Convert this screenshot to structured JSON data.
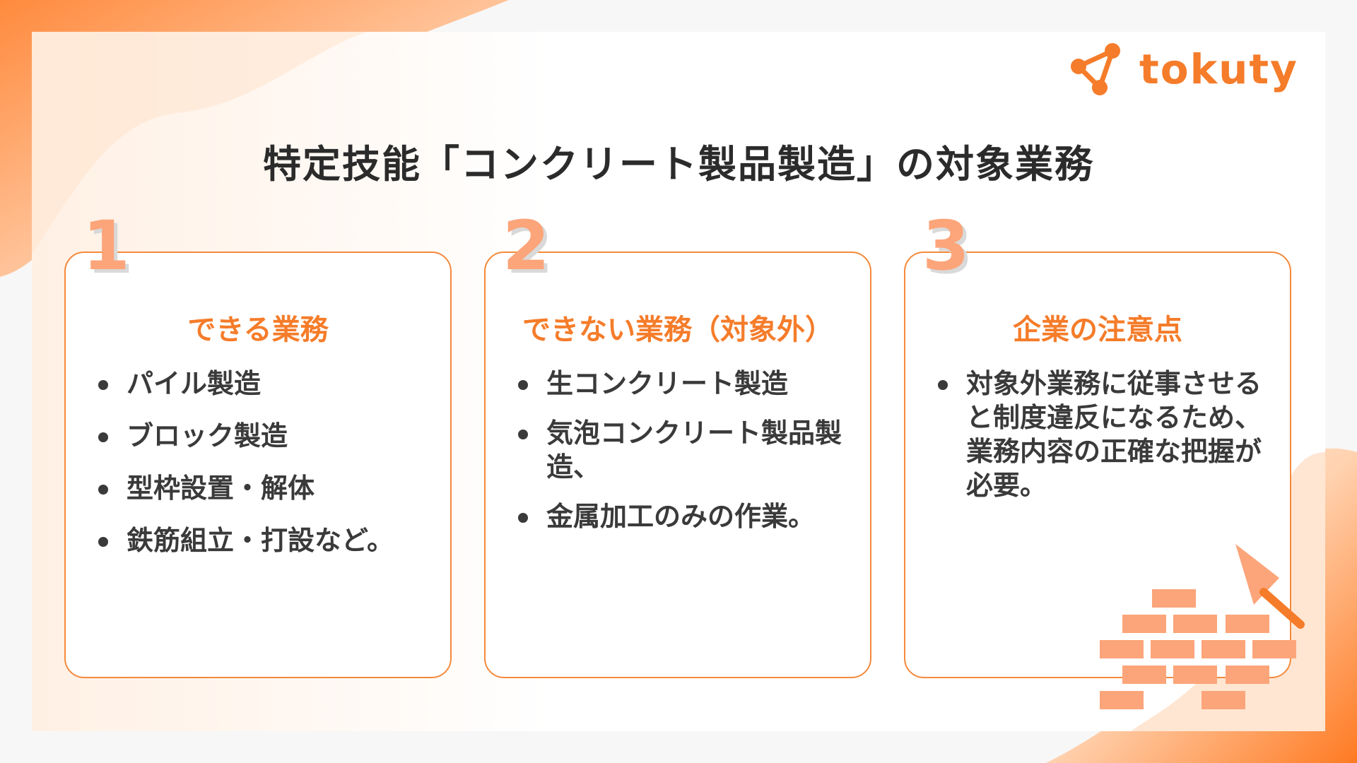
{
  "colors": {
    "accent": "#f57c2a",
    "number": "#fca57a",
    "text": "#3a3a3a",
    "title": "#2b2b2b"
  },
  "logo": {
    "icon": "network-nodes-icon",
    "text": "tokuty"
  },
  "title": "特定技能「コンクリート製品製造」の対象業務",
  "cards": [
    {
      "number": "1",
      "heading": "できる業務",
      "items": [
        "パイル製造",
        "ブロック製造",
        "型枠設置・解体",
        "鉄筋組立・打設など。"
      ]
    },
    {
      "number": "2",
      "heading": "できない業務（対象外）",
      "items": [
        "生コンクリート製造",
        "気泡コンクリート製品製造、",
        "金属加工のみの作業。"
      ]
    },
    {
      "number": "3",
      "heading": "企業の注意点",
      "items": [
        "対象外業務に従事させると制度違反になるため、業務内容の正確な把握が必要。"
      ]
    }
  ],
  "illustration": {
    "icon": "brick-wall-trowel-icon"
  }
}
